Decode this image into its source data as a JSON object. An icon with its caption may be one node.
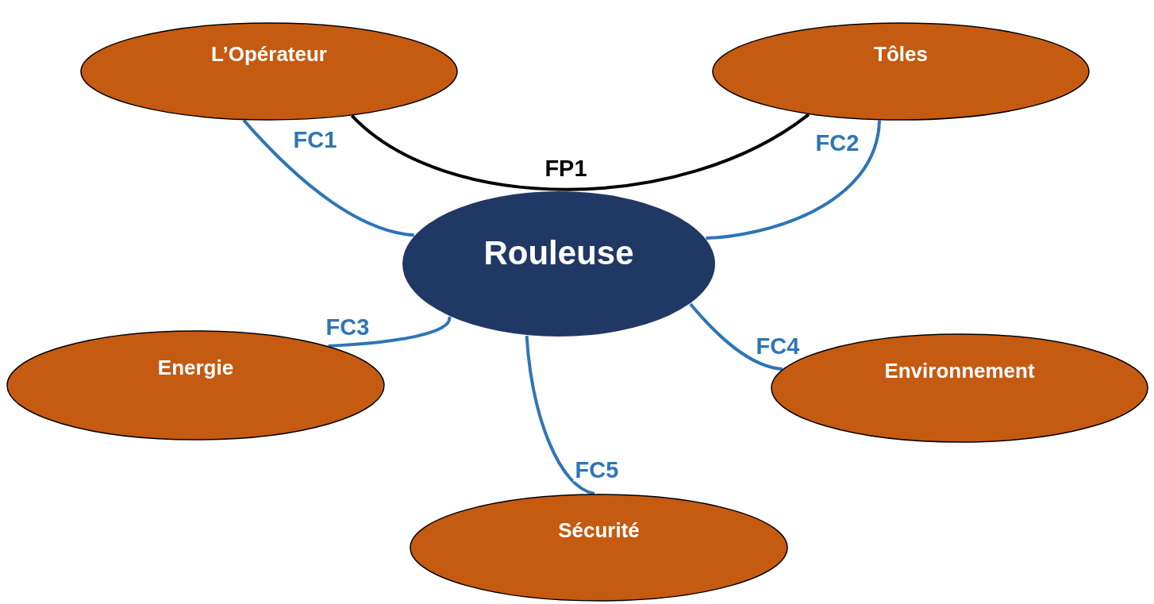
{
  "diagram": {
    "nodes": [
      {
        "text": [
          "L’Opérateur"
        ]
      },
      {
        "text": [
          "Tôles"
        ]
      },
      {
        "text": [
          "Rouleuse"
        ]
      },
      {
        "text": [
          "Energie"
        ]
      },
      {
        "text": [
          "Environnement"
        ]
      },
      {
        "text": [
          "Sécurité"
        ]
      }
    ],
    "edges": [
      {
        "from": 0,
        "to": 1,
        "arrow": "none",
        "label": "FP1",
        "color": "#000000"
      },
      {
        "from": 0,
        "to": 2,
        "arrow": "none",
        "label": "FC1"
      },
      {
        "from": 1,
        "to": 2,
        "arrow": "none",
        "label": "FC2"
      },
      {
        "from": 3,
        "to": 2,
        "arrow": "none",
        "label": "FC3"
      },
      {
        "from": 2,
        "to": 4,
        "arrow": "none",
        "label": "FC4"
      },
      {
        "from": 2,
        "to": 5,
        "arrow": "none",
        "label": "FC5"
      }
    ]
  }
}
